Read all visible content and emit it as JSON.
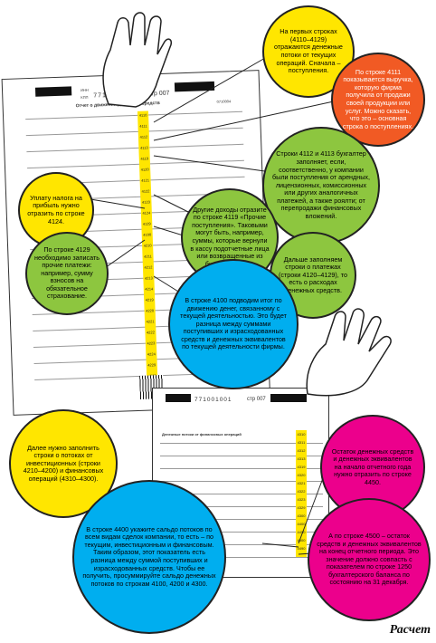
{
  "doc1": {
    "okud_top": "0710004",
    "inn": "771001001",
    "page": "стр 007",
    "inn_label": "ИНН",
    "kpp_label": "КПП",
    "title": "Отчет о движении денежных средств",
    "codes": [
      "4110",
      "4111",
      "4112",
      "4113",
      "4119",
      "4120",
      "4121",
      "4122",
      "4123",
      "4124",
      "4129",
      "4100",
      "4210",
      "4211",
      "4212",
      "4213",
      "4214",
      "4219",
      "4220",
      "4221",
      "4222",
      "4223",
      "4224",
      "4229",
      "4200"
    ]
  },
  "doc2": {
    "inn": "771001001",
    "page": "стр 007",
    "title": "Денежные потоки от финансовых операций",
    "codes": [
      "4310",
      "4311",
      "4312",
      "4313",
      "4319",
      "4320",
      "4321",
      "4322",
      "4323",
      "4329",
      "4300",
      "4400",
      "4450",
      "4500",
      "4490"
    ]
  },
  "bubbles": {
    "b1": "На первых строках (4110–4129) отражаются денежные потоки от текущих операций. Сначала – поступления.",
    "b2": "По строке 4111 показывается выручка, которую фирма получила от продажи своей продукции или услуг. Можно сказать, что это – основная строка о поступлениях.",
    "b3": "Строки 4112 и 4113 бухгалтер заполняет, если, соответственно, у компании были поступления от арендных, лицензионных, комиссионных или других аналогичных платежей, а также роялти; от перепродажи финансовых вложений.",
    "b4": "Уплату налога на прибыль нужно отразить по строке 4124.",
    "b5": "Другие доходы отразите по строке 4119 «Прочие поступления». Таковыми могут быть, например, суммы, которые вернули в кассу подотчетные лица или возвращенные из бюджета сборы.",
    "b6": "По строке 4129 необходимо записать прочие платежи: например, сумму взносов на обязательное страхование.",
    "b7": "Дальше заполняем строки о платежах (строки 4120–4129), то есть о расходах денежных средств.",
    "b8": "В строке 4100 подводим итог по движению денег, связанному с текущей деятельностью. Это будет разница между суммами поступивших и израсходованных средств и денежных эквивалентов по текущей деятельности фирмы.",
    "b9": "Далее нужно заполнить строки о потоках от инвестиционных (строки 4210–4200) и финансовых операций (4310–4300).",
    "b10": "Остаток денежных средств и денежных эквивалентов на начало отчетного года нужно отразить по строке 4450.",
    "b11": "В строке 4400 укажите сальдо потоков по всем видам сделок компании, то есть – по текущим, инвестиционным и финансовым. Таким образом, этот показатель есть разница между суммой поступивших и израсходованных средств. Чтобы ее получить, просуммируйте сальдо денежных потоков по строкам 4100, 4200 и 4300.",
    "b12": "А по строке 4500 – остаток средств и денежных эквивалентов на конец отчетного периода. Это значение должно совпасть с показателем по строке 1250 бухгалтерского баланса по состоянию на 31 декабря."
  },
  "logo": "Расчет",
  "colors": {
    "yellow": "#ffe600",
    "orange": "#f15a24",
    "green": "#8dc63f",
    "blue": "#00aeef",
    "magenta": "#ec008c"
  },
  "icons": [
    "hand-top-icon",
    "hand-right-icon",
    "barcode-icon"
  ]
}
